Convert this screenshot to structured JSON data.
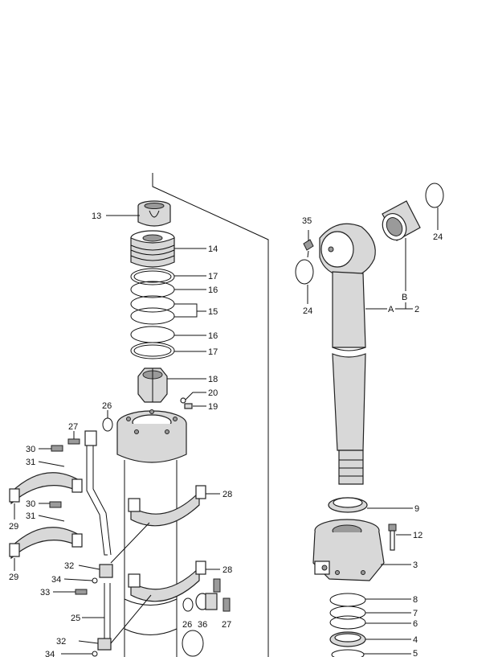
{
  "callouts": {
    "c13": "13",
    "c14": "14",
    "c17a": "17",
    "c16a": "16",
    "c15": "15",
    "c16b": "16",
    "c17b": "17",
    "c18": "18",
    "c20": "20",
    "c19": "19",
    "c26a": "26",
    "c27a": "27",
    "c30a": "30",
    "c31a": "31",
    "c28a": "28",
    "c29a": "29",
    "c30b": "30",
    "c31b": "31",
    "c29b": "29",
    "c32a": "32",
    "c34a": "34",
    "c33": "33",
    "c28b": "28",
    "c26b": "26",
    "c36": "36",
    "c27b": "27",
    "c25": "25",
    "c32b": "32",
    "c34b": "34",
    "c35": "35",
    "c24a": "24",
    "c24b": "24",
    "cB": "B",
    "cA": "A",
    "c2": "2",
    "c9": "9",
    "c12": "12",
    "c3": "3",
    "c8": "8",
    "c7": "7",
    "c6": "6",
    "c4": "4",
    "c5": "5"
  },
  "colors": {
    "line": "#111111",
    "shade": "#d8d8d8",
    "dark": "#9a9a9a",
    "background": "#ffffff"
  }
}
